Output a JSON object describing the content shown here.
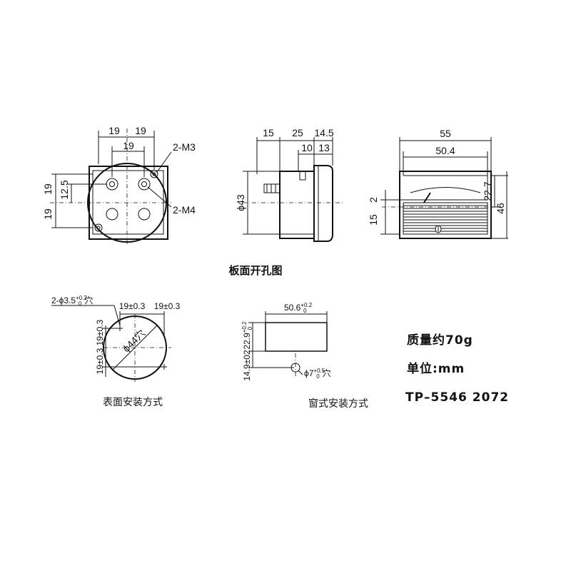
{
  "views": {
    "front": {
      "dim_top_left": "19",
      "dim_top_right": "19",
      "dim_inner": "19",
      "label_m3": "2-M3",
      "label_m4": "2-M4",
      "dim_left_upper": "19",
      "dim_left_inner": "12.5",
      "dim_left_lower": "19"
    },
    "side": {
      "dim_a": "15",
      "dim_b": "25",
      "dim_c": "14.5",
      "dim_d": "10",
      "dim_e": "13",
      "dim_dia": "ϕ43"
    },
    "face": {
      "dim_outer": "55",
      "dim_inner": "50.4",
      "dim_left_small": "2",
      "dim_left_big": "15",
      "dim_right_a": "22.7",
      "dim_right_b": "46"
    }
  },
  "captions": {
    "panel_cutout": "板面开孔图",
    "surface_mount": "表面安装方式",
    "window_mount": "窗式安装方式"
  },
  "surface": {
    "holes": "2-ϕ3.5",
    "holes_tol": "+0.2",
    "holes_tol_low": "0",
    "holes_suffix": "穴",
    "dim_top_a": "19±0.3",
    "dim_top_b": "19±0.3",
    "dim_left_a": "19±0.3",
    "dim_left_b": "19±0.3",
    "circle": "ϕ44穴"
  },
  "window": {
    "width": "50.6",
    "width_tol": "+0.2",
    "width_tol_low": "0",
    "height": "22.9",
    "height_tol": "+0.2",
    "height_tol_low": "0",
    "offset": "14.9±02",
    "hole": "ϕ7",
    "hole_tol": "+0.5",
    "hole_tol_low": "0",
    "hole_suffix": "穴"
  },
  "specs": {
    "weight": "质量约70g",
    "unit": "单位:mm",
    "model": "TP–5546 2072"
  }
}
